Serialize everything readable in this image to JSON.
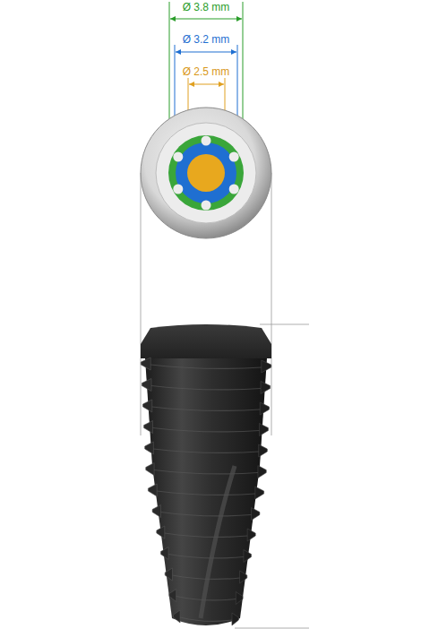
{
  "diagram": {
    "labels": [
      "Ø 3.8 mm",
      "Ø 3.2 mm",
      "Ø 2.5 mm"
    ]
  }
}
